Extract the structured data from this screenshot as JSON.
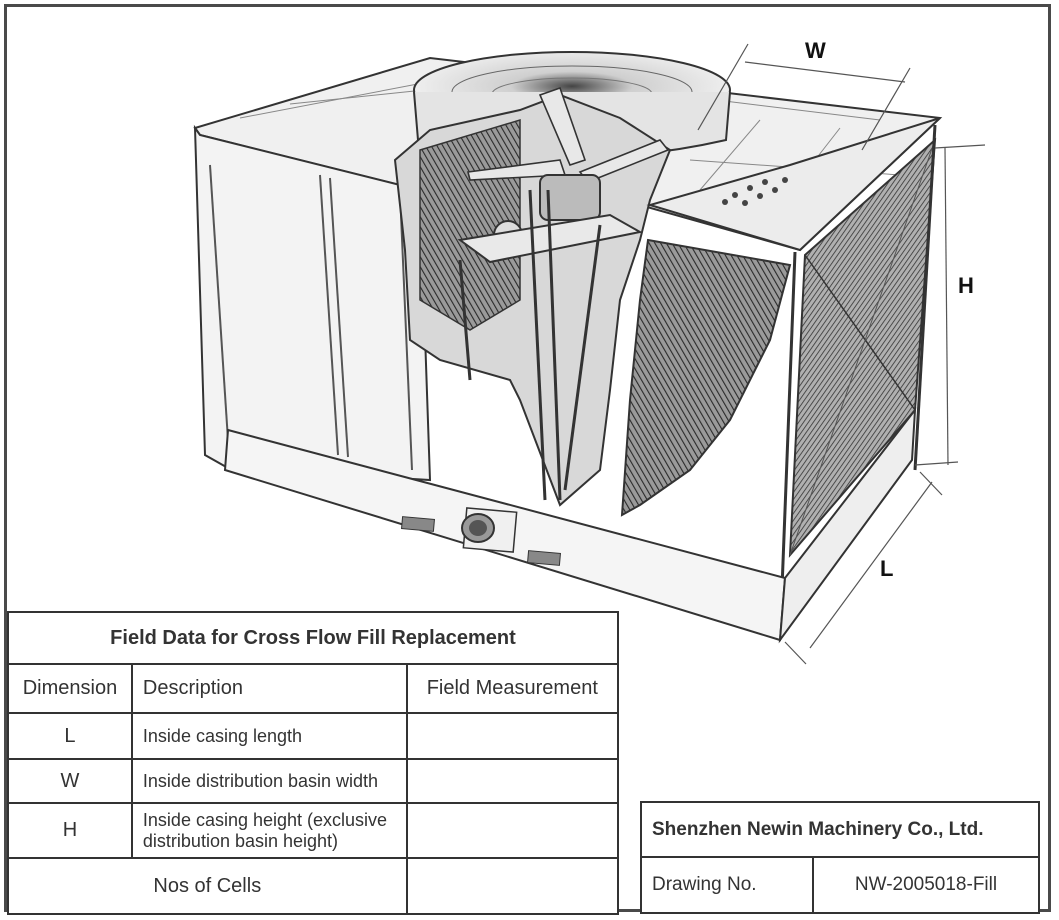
{
  "dimension_labels": {
    "w": "W",
    "h": "H",
    "l": "L"
  },
  "field_data": {
    "title": "Field Data for Cross Flow Fill Replacement",
    "headers": {
      "dimension": "Dimension",
      "description": "Description",
      "measurement": "Field Measurement"
    },
    "rows": [
      {
        "dimension": "L",
        "description": "Inside casing length",
        "measurement": ""
      },
      {
        "dimension": "W",
        "description": "Inside distribution basin width",
        "measurement": ""
      },
      {
        "dimension": "H",
        "description_line1": "Inside casing height (exclusive",
        "description_line2": "distribution basin height)",
        "measurement": ""
      }
    ],
    "cells_label": "Nos of Cells",
    "cells_value": ""
  },
  "company": {
    "name": "Shenzhen Newin Machinery Co., Ltd.",
    "drawing_label": "Drawing No.",
    "drawing_number": "NW-2005018-Fill"
  }
}
